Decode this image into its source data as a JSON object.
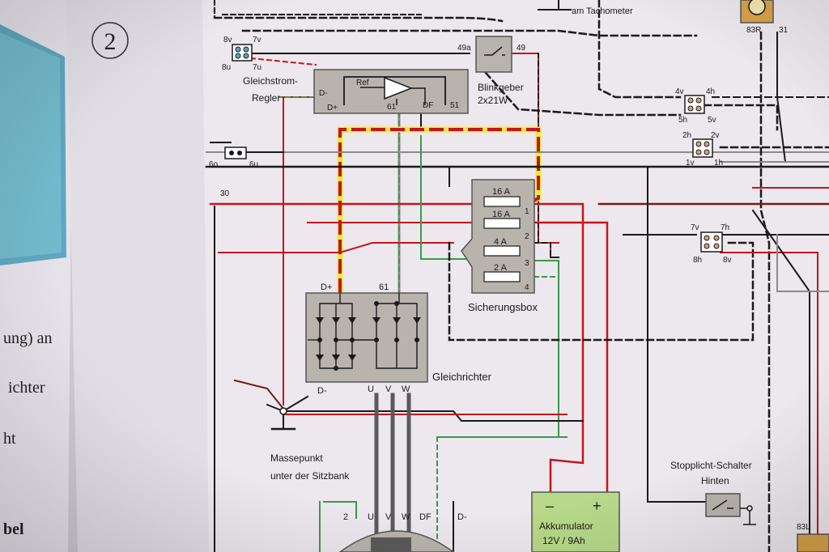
{
  "page": {
    "step_number": "2",
    "left_text_lines": [
      "ung) an",
      "ichter",
      "ht",
      "bel"
    ]
  },
  "labels": {
    "tachometer": "am Tachometer",
    "connector_8v": "8v",
    "connector_7v_top": "7v",
    "connector_8u": "8u",
    "connector_7u": "7u",
    "regulator_line1": "Gleichstrom-",
    "regulator_line2": "Regler",
    "reg_dminus": "D-",
    "reg_dplus": "D+",
    "reg_ref": "Ref",
    "reg_61": "61",
    "reg_df": "DF",
    "reg_51": "51",
    "blinker_49a": "49a",
    "blinker_49": "49",
    "blinker_line1": "Blinkgeber",
    "blinker_line2": "2x21W",
    "lamp_83r": "83R",
    "pin_31": "31",
    "conn_4v": "4v",
    "conn_4h": "4h",
    "conn_5h": "5h",
    "conn_5v": "5v",
    "conn_2h": "2h",
    "conn_2v": "2v",
    "conn_1v": "1v",
    "conn_1h": "1h",
    "conn_6o": "6o",
    "conn_6u": "6u",
    "line_30": "30",
    "fuse1": "16 A",
    "fuse2": "16 A",
    "fuse3": "4 A",
    "fuse4": "2 A",
    "fuse_n1": "1",
    "fuse_n2": "2",
    "fuse_n3": "3",
    "fuse_n4": "4",
    "fusebox": "Sicherungsbox",
    "conn_7v": "7v",
    "conn_7h": "7h",
    "conn_8h": "8h",
    "conn_8v": "8v",
    "rect_dplus": "D+",
    "rect_61": "61",
    "rect_dminus": "D-",
    "rect_u": "U",
    "rect_v": "V",
    "rect_w": "W",
    "rectifier": "Gleichrichter",
    "ground_line1": "Massepunkt",
    "ground_line2": "unter der Sitzbank",
    "gen_2": "2",
    "gen_u": "U",
    "gen_v": "V",
    "gen_w": "W",
    "gen_df": "DF",
    "gen_dminus": "D-",
    "battery_minus": "–",
    "battery_plus": "+",
    "battery_line1": "Akkumulator",
    "battery_line2": "12V / 9Ah",
    "brake_switch_line1": "Stopplicht-Schalter",
    "brake_switch_line2": "Hinten",
    "lamp_83l": "83L"
  },
  "colors": {
    "wire_red": "#c4161c",
    "wire_darkred": "#7a1a14",
    "wire_black": "#1a1a1a",
    "wire_green": "#3a9a4a",
    "wire_grey": "#8a8a8a",
    "highlight_yellow": "#f2e83a",
    "box_fill": "#b9b3ad",
    "paper": "#ece8ee",
    "battery_fill": "#b7d989"
  }
}
